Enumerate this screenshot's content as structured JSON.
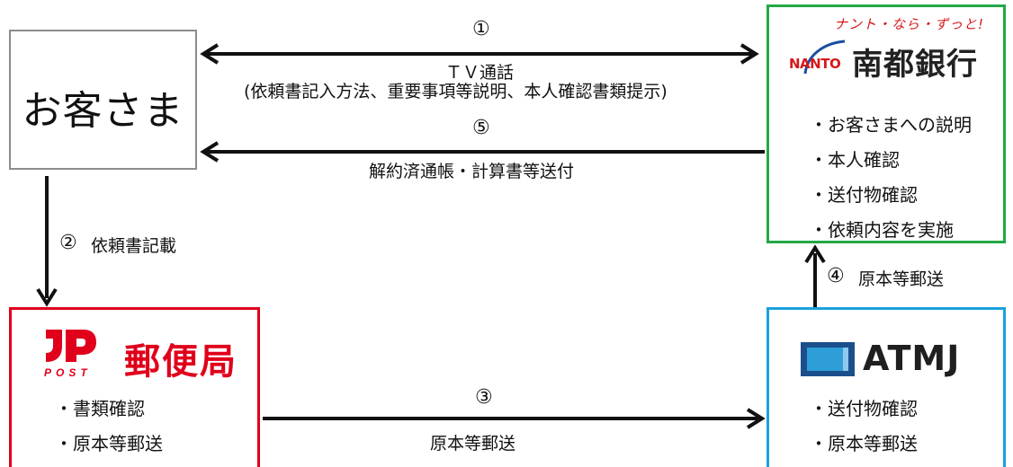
{
  "customer": {
    "label": "お客さま"
  },
  "nanto": {
    "tagline": "ナント・なら・ずっと!",
    "logo_en": "NANTO",
    "name": "南都銀行",
    "items": [
      "・お客さまへの説明",
      "・本人確認",
      "・送付物確認",
      "・依頼内容を実施"
    ],
    "color": "#22a846"
  },
  "post": {
    "logo_text": "POST",
    "name": "郵便局",
    "items": [
      "・書類確認",
      "・原本等郵送"
    ],
    "color": "#e0001b"
  },
  "atmj": {
    "name": "ATMJ",
    "items": [
      "・送付物確認",
      "・原本等郵送"
    ],
    "color": "#1aa2db"
  },
  "flows": {
    "step1": {
      "num": "①",
      "line1": "ＴＶ通話",
      "line2": "(依頼書記入方法、重要事項等説明、本人確認書類提示)"
    },
    "step2": {
      "num": "②",
      "label": "依頼書記載"
    },
    "step3": {
      "num": "③",
      "label": "原本等郵送"
    },
    "step4": {
      "num": "④",
      "label": "原本等郵送"
    },
    "step5": {
      "num": "⑤",
      "label": "解約済通帳・計算書等送付"
    }
  }
}
